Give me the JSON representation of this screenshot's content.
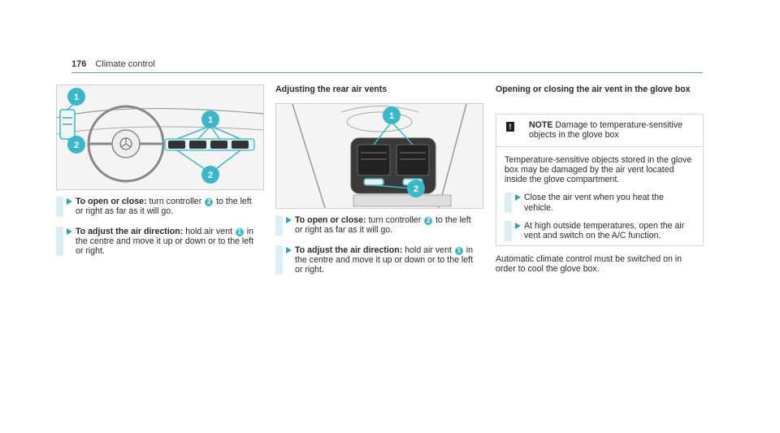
{
  "header": {
    "page_number": "176",
    "section": "Climate control"
  },
  "left": {
    "figure_callouts": [
      "1",
      "2"
    ],
    "steps": [
      {
        "bold": "To open or close:",
        "text_before": " turn controller ",
        "ref": "2",
        "text_after": " to the left or right as far as it will go."
      },
      {
        "bold": "To adjust the air direction:",
        "text_before": " hold air vent ",
        "ref": "1",
        "text_after": " in the centre and move it up or down or to the left or right."
      }
    ]
  },
  "middle": {
    "title": "Adjusting the rear air vents",
    "figure_callouts": [
      "1",
      "2"
    ],
    "steps": [
      {
        "bold": "To open or close:",
        "text_before": " turn controller ",
        "ref": "2",
        "text_after": " to the left or right as far as it will go."
      },
      {
        "bold": "To adjust the air direction:",
        "text_before": " hold air vent ",
        "ref": "1",
        "text_after": " in the centre and move it up or down or to the left or right."
      }
    ]
  },
  "right": {
    "title": "Opening or closing the air vent in the glove box",
    "note": {
      "icon_glyph": "!",
      "label": "NOTE",
      "headline": " Damage to temperature-sensitive objects in the glove box",
      "body": "Temperature-sensitive objects stored in the glove box may be damaged by the air vent located inside the glove compartment.",
      "steps": [
        "Close the air vent when you heat the vehicle.",
        "At high outside temperatures, open the air vent and switch on the A/C function."
      ]
    },
    "paragraph": "Automatic climate control must be switched on in order to cool the glove box."
  },
  "colors": {
    "accent": "#3ab8c8",
    "step_bar": "#dbeef3",
    "rule": "#6a9aa6"
  }
}
